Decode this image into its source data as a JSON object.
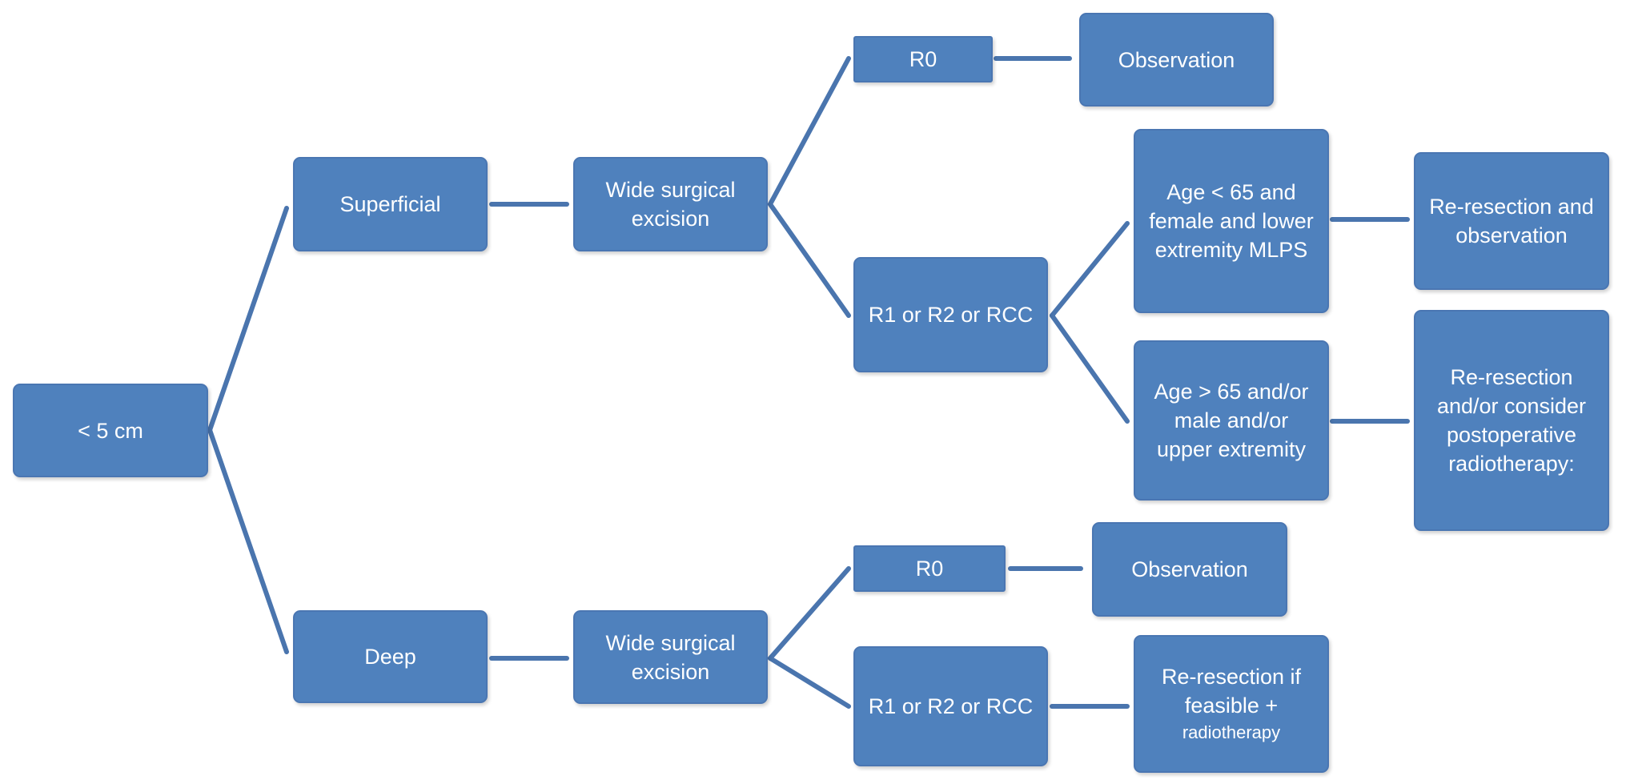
{
  "diagram": {
    "colors": {
      "box": "#4f81bd",
      "connector": "#4a75ae",
      "text": "#ffffff"
    },
    "nodes": {
      "root": "< 5 cm",
      "superficial": "Superficial",
      "deep": "Deep",
      "wse_sup": "Wide surgical\nexcision",
      "wse_deep": "Wide surgical\nexcision",
      "r0_sup": "R0",
      "obs_sup": "Observation",
      "r1_sup": "R1 or R2 or  RCC",
      "age_lt65": "Age < 65 and\nfemale and lower\nextremity  MLPS",
      "reres_obs": "Re-resection and\nobservation",
      "age_gt65": "Age > 65 and/or\nmale and/or\nupper extremity",
      "reres_radio": "Re-resection\nand/or consider\npostoperative\nradiotherapy:",
      "r0_deep": "R0",
      "obs_deep": "Observation",
      "r1_deep": "R1 or R2 or RCC",
      "reres_feasible_line1": "Re-resection if\nfeasible +",
      "reres_feasible_line2": "radiotherapy"
    }
  }
}
